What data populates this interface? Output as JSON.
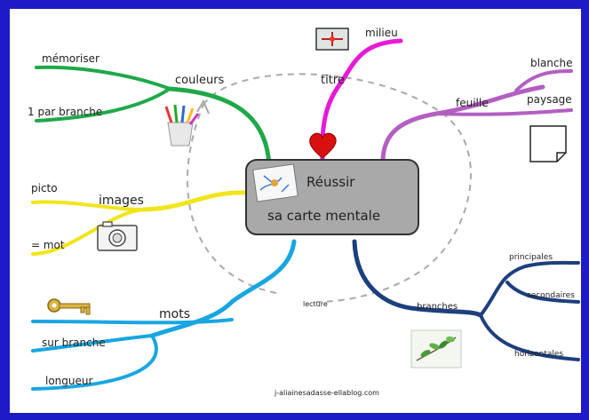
{
  "center": {
    "line1": "Réussir",
    "line2": "sa carte mentale"
  },
  "branches": {
    "couleurs": {
      "label": "couleurs",
      "children": [
        "mémoriser",
        "1 par branche"
      ],
      "color": "#1fa84a",
      "icon": "colored-pencils-icon"
    },
    "images": {
      "label": "images",
      "children": [
        "picto",
        "= mot"
      ],
      "color": "#f1e51c",
      "icon": "camera-icon"
    },
    "mots": {
      "label": "mots",
      "children": [
        "sur branche",
        "longueur"
      ],
      "color": "#19a6e0",
      "icon": "key-icon"
    },
    "titre": {
      "label": "titre",
      "child": "milieu",
      "color": "#e51ad6",
      "icon": "heart-icon",
      "child_icon": "target-picture-icon"
    },
    "feuille": {
      "label": "feuille",
      "children": [
        "blanche",
        "paysage"
      ],
      "color": "#b35fc2",
      "icon": "paper-sheet-icon"
    },
    "branches": {
      "label": "branches",
      "children": [
        "principales",
        "secondaires",
        "horizontales"
      ],
      "color": "#1d3f7d",
      "icon": "leaf-branch-picture-icon"
    }
  },
  "reading_label": "lecture",
  "footer": "j-aliainesadasse-ellablog.com"
}
